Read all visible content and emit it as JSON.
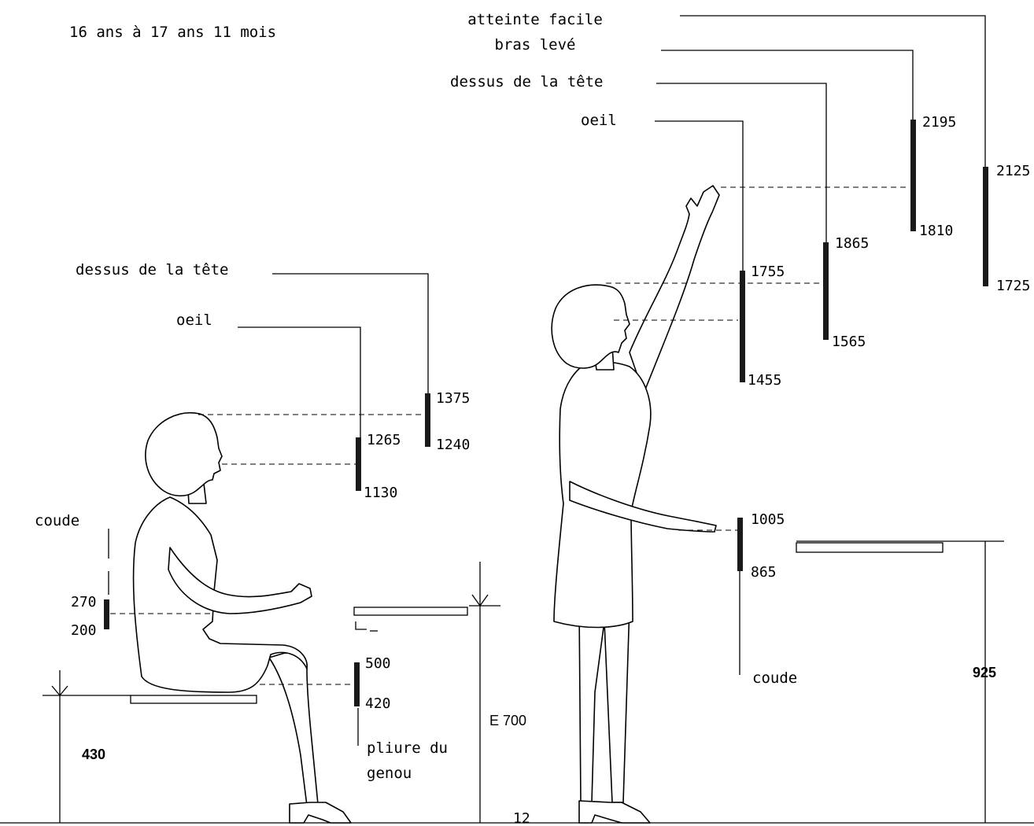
{
  "age_range": "16 ans à 17 ans 11 mois",
  "standing": {
    "labels": {
      "reach": [
        "atteinte facile",
        "bras levé"
      ],
      "head_top": "dessus de la tête",
      "eye": "oeil",
      "elbow": "coude"
    },
    "ranges": {
      "reach_high": [
        "2195",
        "1810"
      ],
      "reach_low": [
        "2125",
        "1725"
      ],
      "head_top": [
        "1865",
        "1565"
      ],
      "eye": [
        "1755",
        "1455"
      ],
      "elbow": [
        "1005",
        "865"
      ]
    },
    "counter_height": "925"
  },
  "seated": {
    "labels": {
      "head_top": "dessus de la tête",
      "eye": "oeil",
      "elbow": "coude",
      "knee": [
        "pliure du",
        "genou"
      ]
    },
    "ranges": {
      "head_top": [
        "1375",
        "1240"
      ],
      "eye": [
        "1265",
        "1130"
      ],
      "elbow": [
        "270",
        "200"
      ],
      "knee": [
        "500",
        "420"
      ]
    },
    "seat_height": "430",
    "table_height": "E 700",
    "footer_number": "12"
  }
}
